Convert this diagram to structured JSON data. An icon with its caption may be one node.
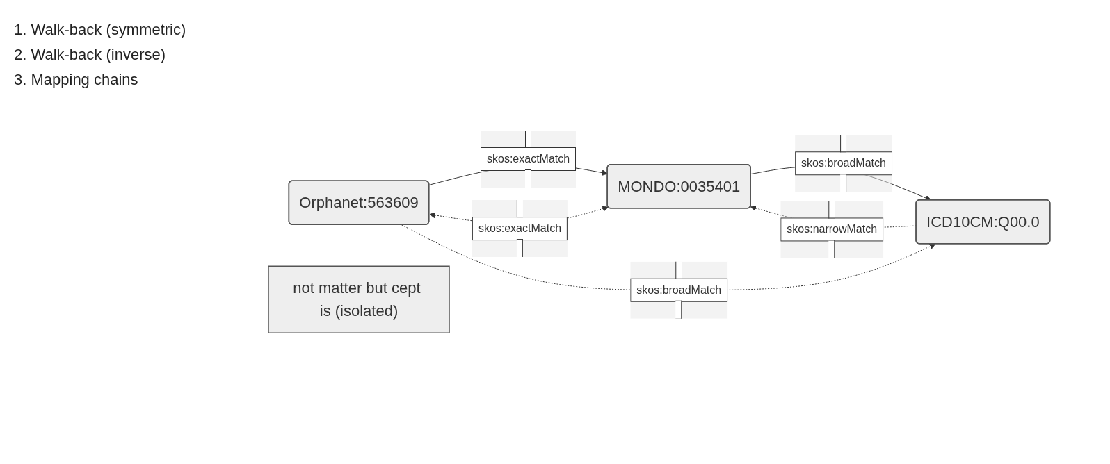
{
  "diagram": {
    "nodes": [
      {
        "text": [
          "Orphanet:563609"
        ]
      },
      {
        "text": [
          "MONDO:0035401"
        ]
      },
      {
        "text": [
          "ICD10CM:Q00.0"
        ]
      },
      {
        "text": [
          "not matter but cept is (isolated)"
        ]
      }
    ],
    "edges": [
      {
        "from": 0,
        "to": 1,
        "arrow": "to",
        "label": "skos:exactMatch"
      },
      {
        "from": 1,
        "to": 2,
        "arrow": "to",
        "label": "skos:broadMatch"
      },
      {
        "from": 0,
        "to": 1,
        "arrow": "both",
        "label": "skos:exactMatch",
        "style": "dashed"
      },
      {
        "from": 2,
        "to": 1,
        "arrow": "to",
        "label": "skos:narrowMatch",
        "style": "dashed"
      },
      {
        "from": 0,
        "to": 2,
        "arrow": "to",
        "label": "skos:broadMatch",
        "style": "dashed"
      }
    ],
    "labels": [
      "1. Walk-back (symmetric)",
      "2. Walk-back (inverse)",
      "3. Mapping chains"
    ]
  }
}
